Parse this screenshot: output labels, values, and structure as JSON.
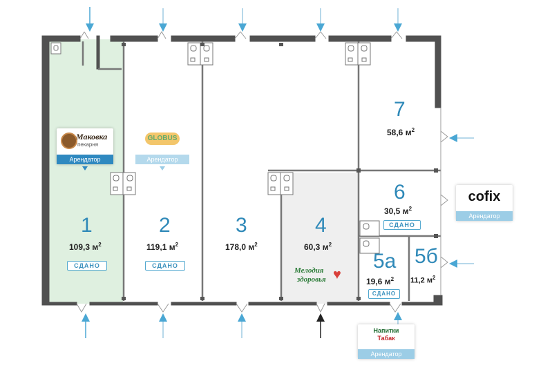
{
  "units": [
    {
      "number": "1",
      "area": "109,3 м",
      "status": "СДАНО"
    },
    {
      "number": "2",
      "area": "119,1 м",
      "status": "СДАНО"
    },
    {
      "number": "3",
      "area": "178,0 м",
      "status": ""
    },
    {
      "number": "4",
      "area": "60,3 м",
      "status": ""
    },
    {
      "number": "5а",
      "area": "19,6 м",
      "status": "СДАНО"
    },
    {
      "number": "5б",
      "area": "11,2 м",
      "status": ""
    },
    {
      "number": "6",
      "area": "30,5 м",
      "status": "СДАНО"
    },
    {
      "number": "7",
      "area": "58,6 м",
      "status": ""
    }
  ],
  "sq": "2",
  "tenants": {
    "makovka": {
      "name": "Маковка",
      "sub": "пекарня",
      "role": "Арендатор"
    },
    "globus": {
      "name": "GLOBUS",
      "role": "Арендатор"
    },
    "cofix": {
      "name": "cofix",
      "role": "Арендатор"
    },
    "melodiya": {
      "line1": "Мелодия",
      "line2": "здоровья"
    },
    "napitki": {
      "line1": "Напитки",
      "line2": "Табак",
      "role": "Арендатор"
    }
  },
  "colors": {
    "wall": "#505050",
    "accent": "#2f89b8",
    "rented_fill": "#dff0e0",
    "unit4_fill": "#eeeeee",
    "arrow_blue": "#4aa7d4",
    "arrow_black": "#222222"
  }
}
